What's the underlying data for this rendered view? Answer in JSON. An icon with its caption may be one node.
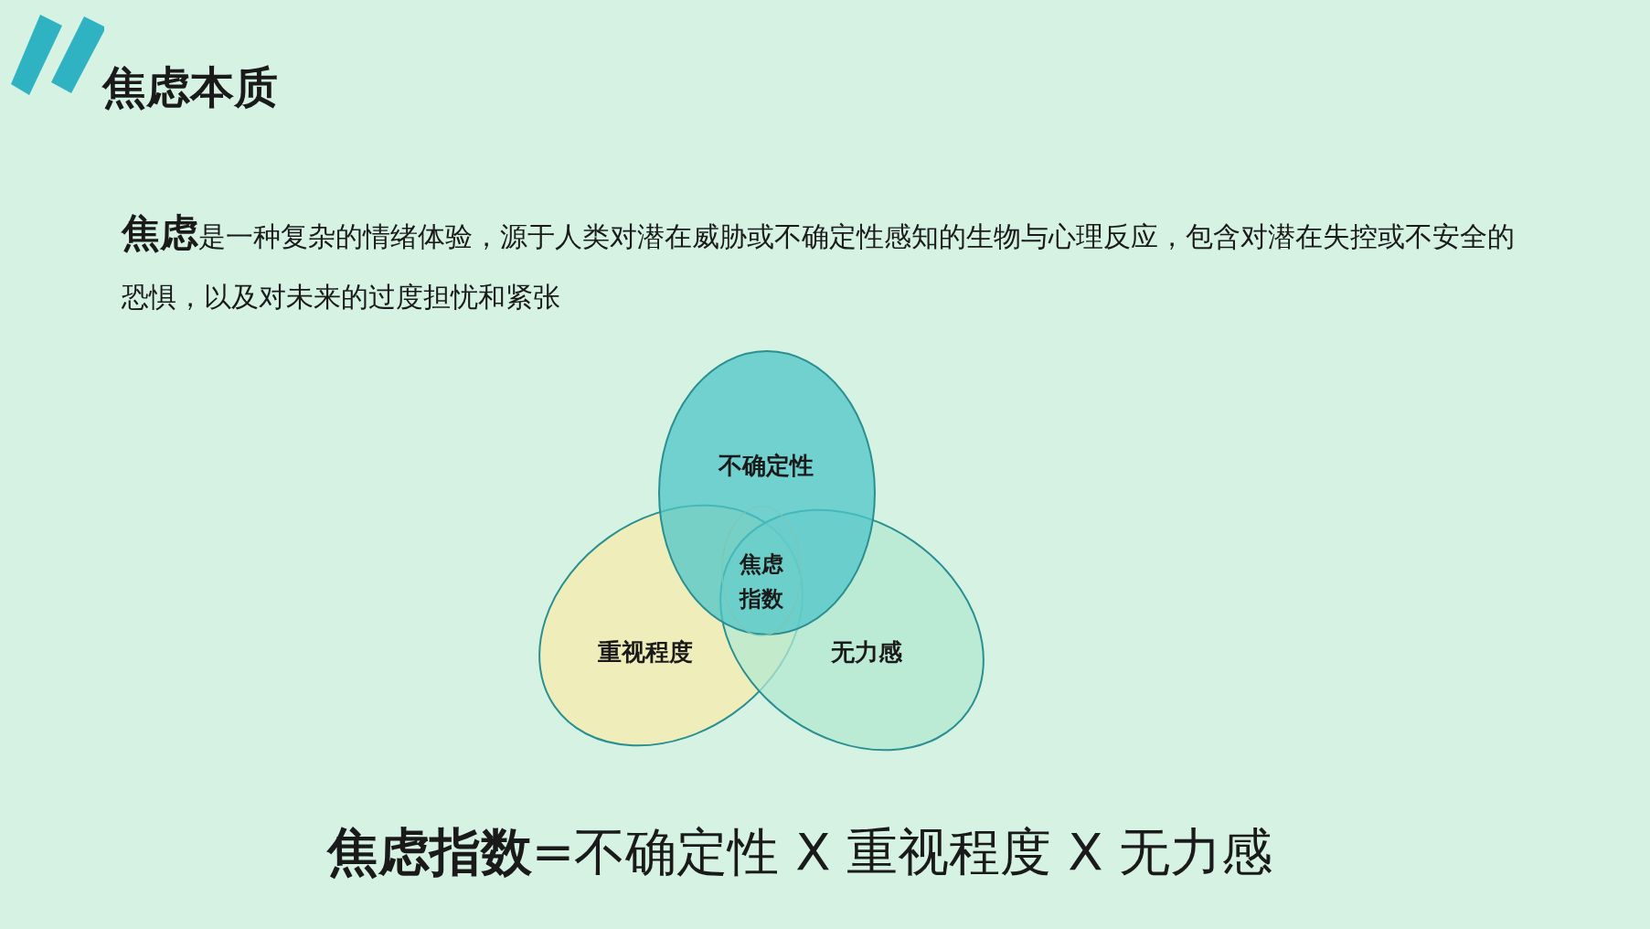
{
  "diagram": {
    "title": "焦虑本质",
    "nodes": [
      {
        "text": [
          "不确定性"
        ]
      },
      {
        "text": [
          "重视程度"
        ]
      },
      {
        "text": [
          "无力感"
        ]
      },
      {
        "text": [
          "焦虑指数"
        ]
      }
    ],
    "labels": [
      "**焦虑**是一种复杂的情绪体验，源于人类对潜在威胁或不确定性感知的生物与心理反应，包含对潜在失控或不安全的恐惧，以及对未来的过度担忧和紧张",
      "**焦虑指数**=不确定性 X 重视程度 X 无力感"
    ]
  }
}
